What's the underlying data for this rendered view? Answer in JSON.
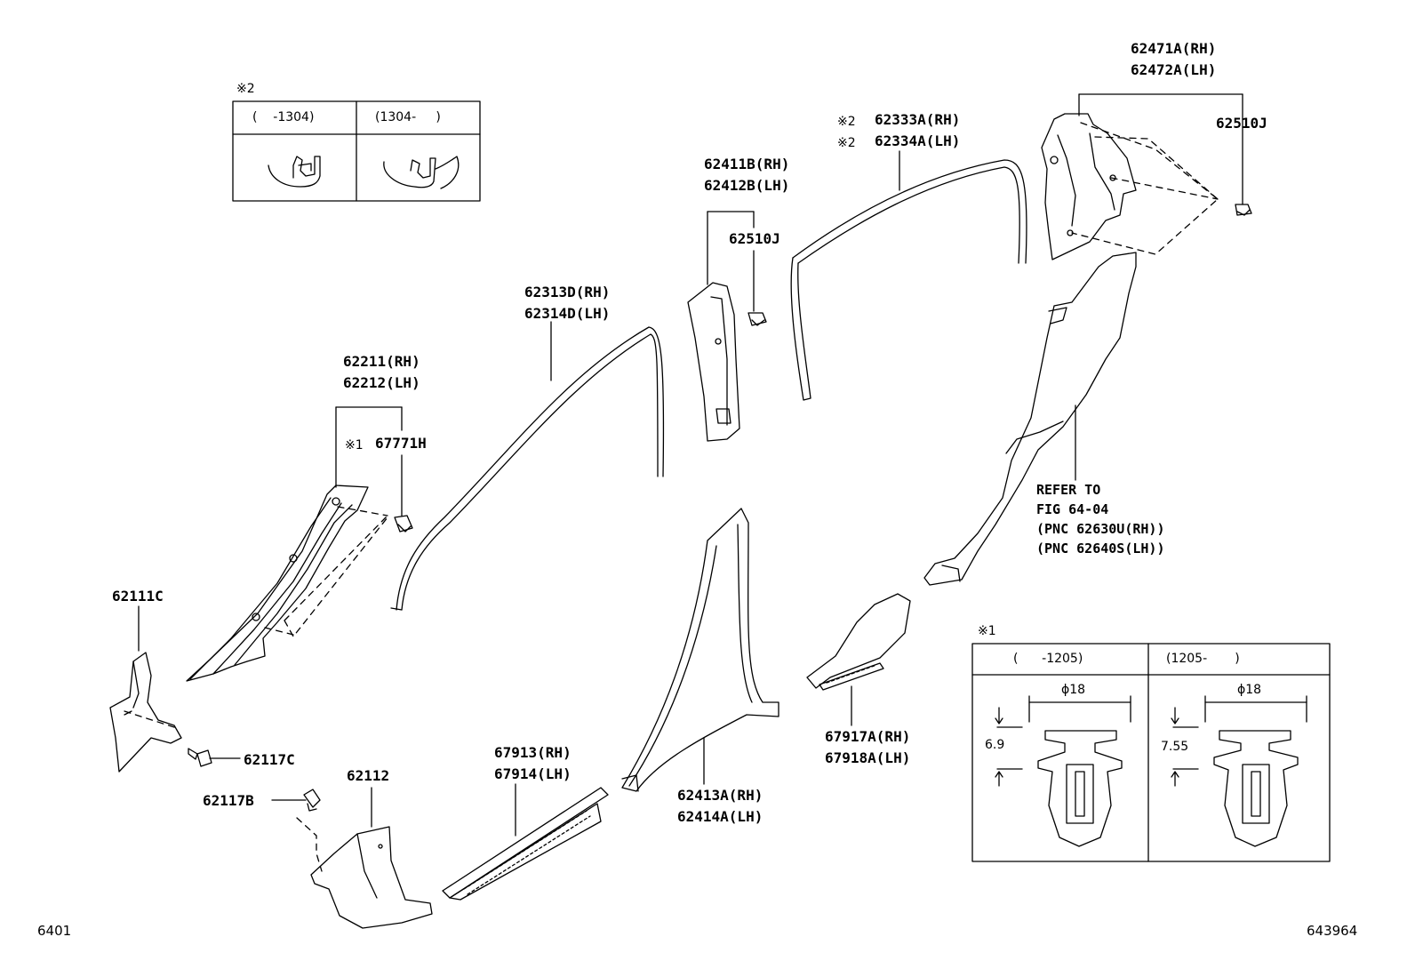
{
  "part_numbers": {
    "p62471_rh": "62471A(RH)",
    "p62472_lh": "62472A(LH)",
    "p62510j_top": "62510J",
    "note2_a": "※2",
    "p62333_rh": "62333A(RH)",
    "note2_b": "※2",
    "p62334_lh": "62334A(LH)",
    "p62411_rh": "62411B(RH)",
    "p62412_lh": "62412B(LH)",
    "p62510j_mid": "62510J",
    "p62313_rh": "62313D(RH)",
    "p62314_lh": "62314D(LH)",
    "p62211_rh": "62211(RH)",
    "p62212_lh": "62212(LH)",
    "note1": "※1",
    "p67771h": "67771H",
    "p62111c": "62111C",
    "p62117c": "62117C",
    "p62117b": "62117B",
    "p62112": "62112",
    "p67913_rh": "67913(RH)",
    "p67914_lh": "67914(LH)",
    "p62413_rh": "62413A(RH)",
    "p62414_lh": "62414A(LH)",
    "p67917_rh": "67917A(RH)",
    "p67918_lh": "67918A(LH)"
  },
  "refer_note": {
    "line1": "REFER TO",
    "line2": "FIG 64-04",
    "line3": "(PNC 62630U(RH))",
    "line4": "(PNC 62640S(LH))"
  },
  "inset_note2": {
    "marker": "※2",
    "col1_header": "(    -1304)",
    "col2_header": "(1304-     )"
  },
  "inset_note1": {
    "marker": "※1",
    "col1_header": "(      -1205)",
    "col2_header": "(1205-       )",
    "col1_dia": "ϕ18",
    "col1_height": "6.9",
    "col2_dia": "ϕ18",
    "col2_height": "7.55"
  },
  "footer": {
    "left": "6401",
    "right": "643964"
  }
}
